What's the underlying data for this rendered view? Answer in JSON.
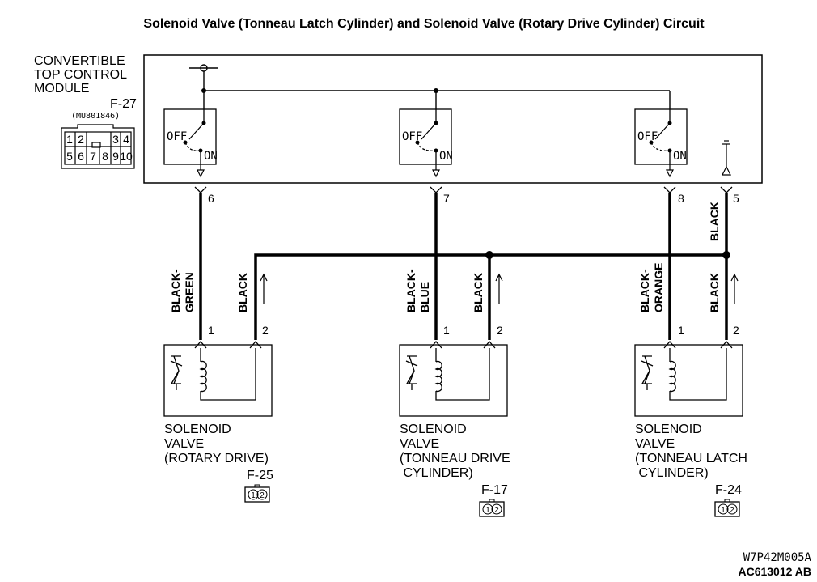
{
  "title": "Solenoid Valve (Tonneau Latch Cylinder) and Solenoid Valve (Rotary Drive Cylinder) Circuit",
  "module": {
    "name_lines": [
      "CONVERTIBLE",
      "TOP CONTROL",
      "MODULE"
    ],
    "connector": "F-27",
    "part_number": "(MU801846)",
    "connector_pins_top": [
      "1",
      "2",
      "3",
      "4"
    ],
    "connector_pins_bottom": [
      "5",
      "6",
      "7",
      "8",
      "9",
      "10"
    ]
  },
  "switches": [
    {
      "off": "OFF",
      "on": "ON"
    },
    {
      "off": "OFF",
      "on": "ON"
    },
    {
      "off": "OFF",
      "on": "ON"
    }
  ],
  "module_pins": [
    "6",
    "7",
    "8",
    "5"
  ],
  "wires": {
    "pin6": [
      "BLACK-",
      "GREEN"
    ],
    "pin7": [
      "BLACK-",
      "BLUE"
    ],
    "pin8": [
      "BLACK-",
      "ORANGE"
    ],
    "pin5": "BLACK",
    "return1": "BLACK",
    "return2": "BLACK",
    "return3": "BLACK"
  },
  "valve_pins": [
    "1",
    "2"
  ],
  "valves": [
    {
      "lines": [
        "SOLENOID",
        "VALVE",
        "(ROTARY DRIVE)"
      ],
      "connector": "F-25",
      "pins": [
        "1",
        "2"
      ]
    },
    {
      "lines": [
        "SOLENOID",
        "VALVE",
        "(TONNEAU DRIVE",
        " CYLINDER)"
      ],
      "connector": "F-17",
      "pins": [
        "1",
        "2"
      ]
    },
    {
      "lines": [
        "SOLENOID",
        "VALVE",
        "(TONNEAU LATCH",
        " CYLINDER)"
      ],
      "connector": "F-24",
      "pins": [
        "1",
        "2"
      ]
    }
  ],
  "footer": {
    "code1": "W7P42M005A",
    "code2": "AC613012 AB"
  }
}
